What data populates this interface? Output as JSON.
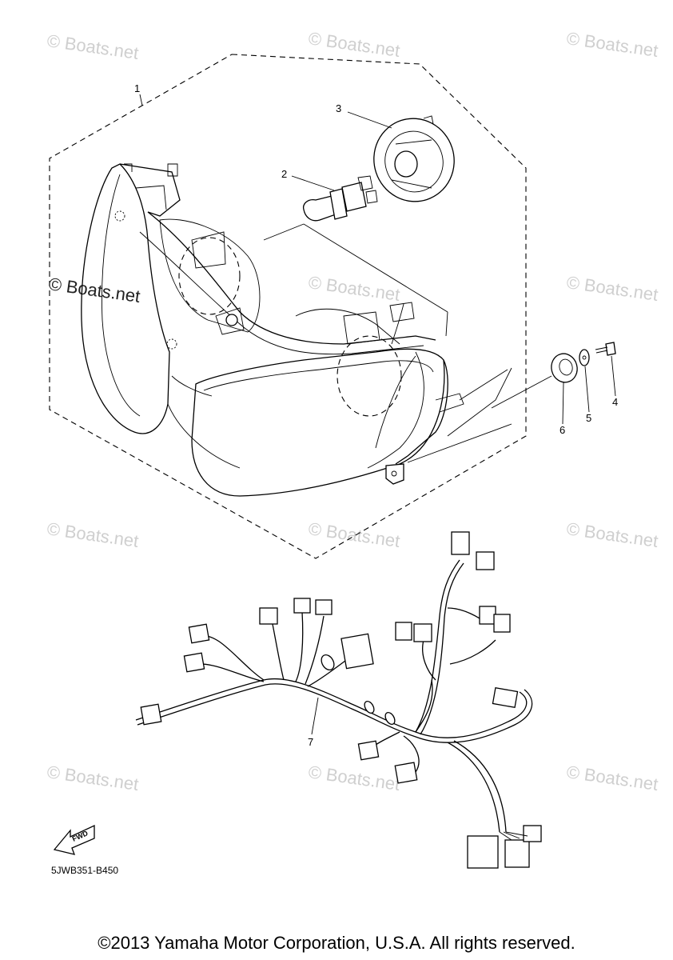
{
  "watermark": "© Boats.net",
  "callouts": [
    "1",
    "2",
    "3",
    "4",
    "5",
    "6",
    "7"
  ],
  "diagram_code": "5JWB351-B450",
  "fwd_label": "FWD",
  "copyright": "©2013 Yamaha Motor Corporation, U.S.A. All rights reserved."
}
